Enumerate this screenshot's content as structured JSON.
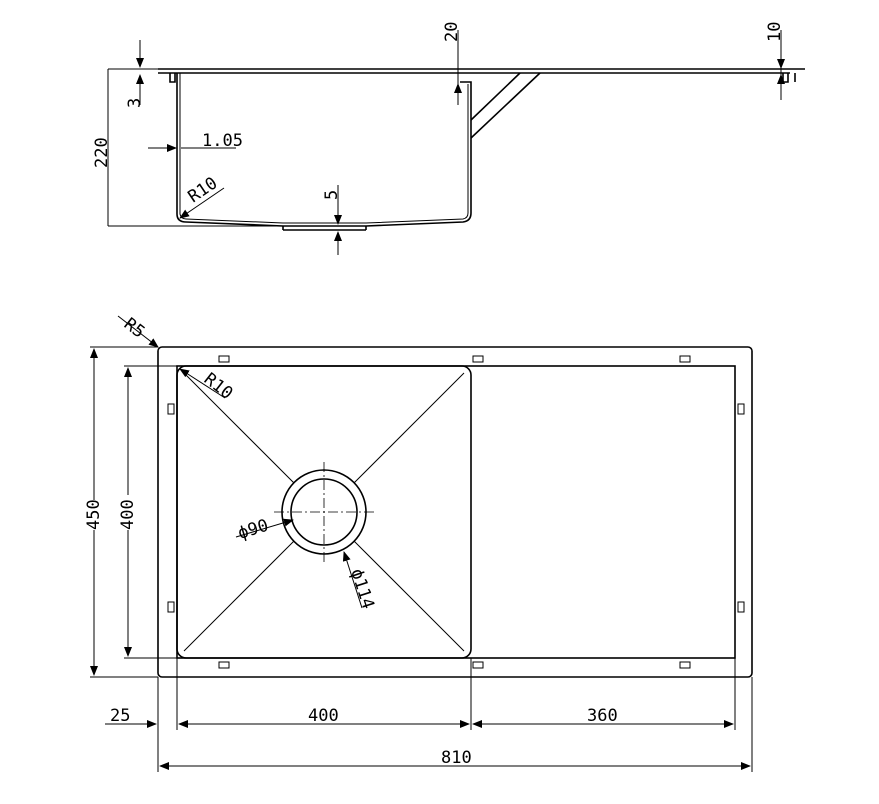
{
  "drawing": {
    "side_view": {
      "dim_top_drainer": "20",
      "dim_drainer_end": "10",
      "dim_rim": "3",
      "dim_depth": "220",
      "dim_wall": "1.05",
      "dim_bottom_radius": "R10",
      "dim_drain": "5"
    },
    "top_view": {
      "dim_outer_corner": "R5",
      "dim_inner_corner": "R10",
      "dim_drain_inner": "ϕ90",
      "dim_drain_outer": "ϕ114",
      "dim_overall_height": "450",
      "dim_bowl_height": "400",
      "dim_left_margin": "25",
      "dim_bowl_width": "400",
      "dim_drainer_width": "360",
      "dim_overall_width": "810"
    }
  },
  "colors": {
    "line": "#000000",
    "background": "#ffffff"
  }
}
